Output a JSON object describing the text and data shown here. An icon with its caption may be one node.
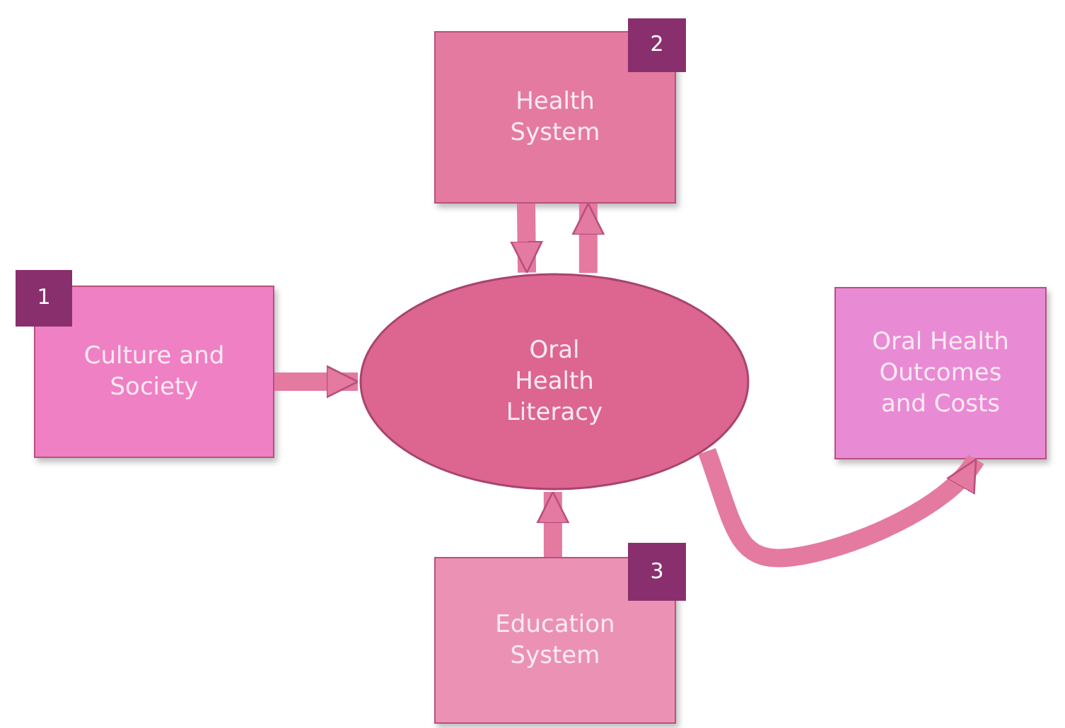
{
  "diagram": {
    "nodes": [
      {
        "text": [
          "Health System"
        ]
      },
      {
        "text": [
          "2"
        ]
      },
      {
        "text": [
          "Culture and Society"
        ]
      },
      {
        "text": [
          "1"
        ]
      },
      {
        "text": [
          "Oral Health Literacy"
        ]
      },
      {
        "text": [
          "Oral Health Outcomes and Costs"
        ]
      },
      {
        "text": [
          "Education System"
        ]
      },
      {
        "text": [
          "3"
        ]
      }
    ],
    "edges": [
      {
        "from": 2,
        "to": 4,
        "arrow": "to"
      },
      {
        "from": 0,
        "to": 4,
        "arrow": "to"
      },
      {
        "from": 4,
        "to": 0,
        "arrow": "to"
      },
      {
        "from": 6,
        "to": 4,
        "arrow": "to"
      },
      {
        "from": 4,
        "to": 5,
        "arrow": "to"
      }
    ]
  }
}
